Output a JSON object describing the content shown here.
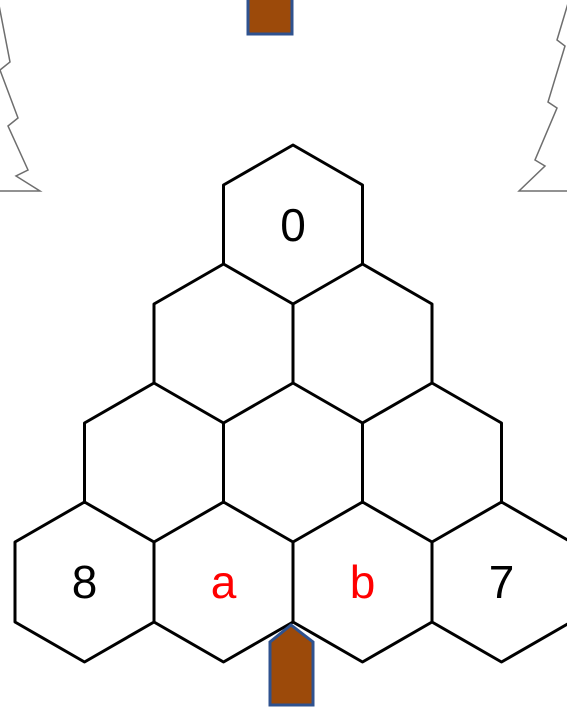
{
  "colors": {
    "hex_stroke": "#000000",
    "hex_fill": "#ffffff",
    "given_text": "#000000",
    "unknown_text": "#ff0000",
    "trunk_fill": "#9c4a0a",
    "trunk_stroke": "#2f528f",
    "tree_outline": "#6e6e6e"
  },
  "pyramid": {
    "rows": [
      [
        {
          "label": "0",
          "kind": "given"
        }
      ],
      [
        {
          "label": "",
          "kind": "empty"
        },
        {
          "label": "",
          "kind": "empty"
        }
      ],
      [
        {
          "label": "",
          "kind": "empty"
        },
        {
          "label": "",
          "kind": "empty"
        },
        {
          "label": "",
          "kind": "empty"
        }
      ],
      [
        {
          "label": "8",
          "kind": "given"
        },
        {
          "label": "a",
          "kind": "unknown"
        },
        {
          "label": "b",
          "kind": "unknown"
        },
        {
          "label": "7",
          "kind": "given"
        }
      ]
    ]
  }
}
